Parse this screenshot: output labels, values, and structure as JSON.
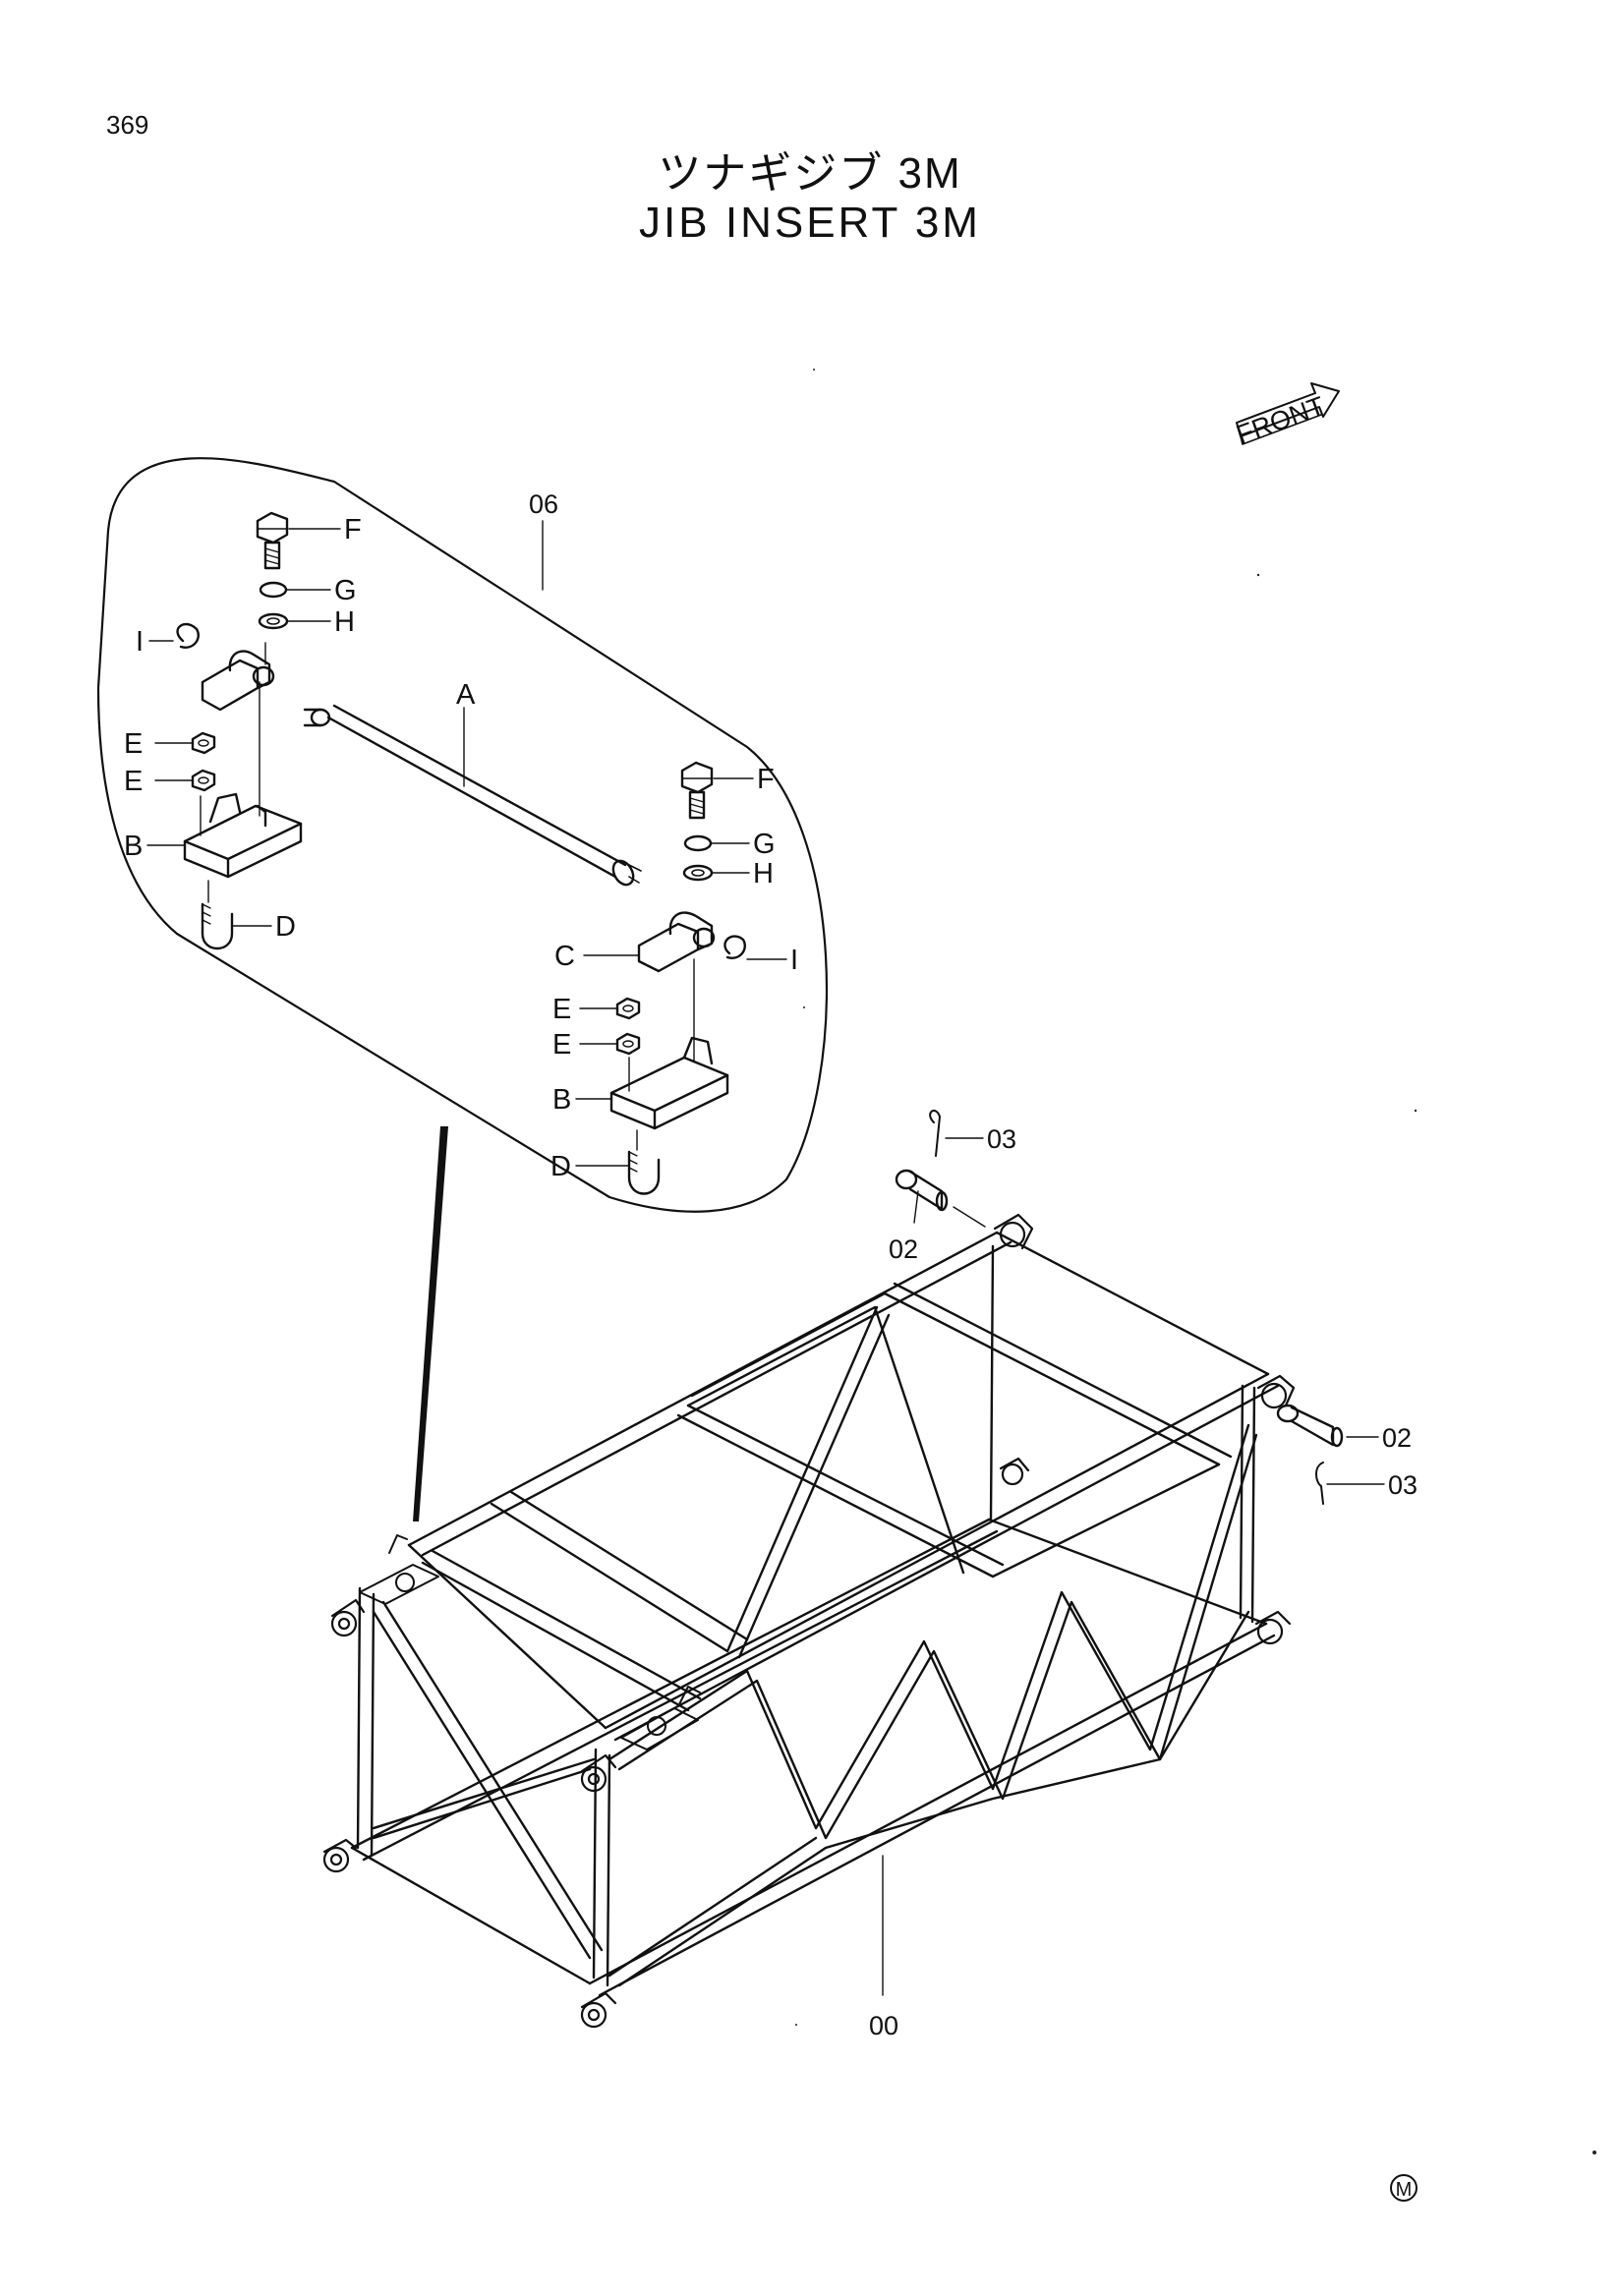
{
  "page_number": "369",
  "title_jp": "ツナギジブ 3M",
  "title_en": "JIB INSERT 3M",
  "front_label": "FRONT",
  "mark": "M",
  "callouts": {
    "c06": "06",
    "c00": "00",
    "c02a": "02",
    "c03a": "03",
    "c02b": "02",
    "c03b": "03",
    "A": "A",
    "F1": "F",
    "G1": "G",
    "H1": "H",
    "I1": "I",
    "E1": "E",
    "E2": "E",
    "B1": "B",
    "D1": "D",
    "F2": "F",
    "G2": "G",
    "H2": "H",
    "C2": "C",
    "I2": "I",
    "E3": "E",
    "E4": "E",
    "B2": "B",
    "D2": "D"
  },
  "icons": {
    "arrow": "front-arrow-icon",
    "mark": "circle-m-icon"
  }
}
